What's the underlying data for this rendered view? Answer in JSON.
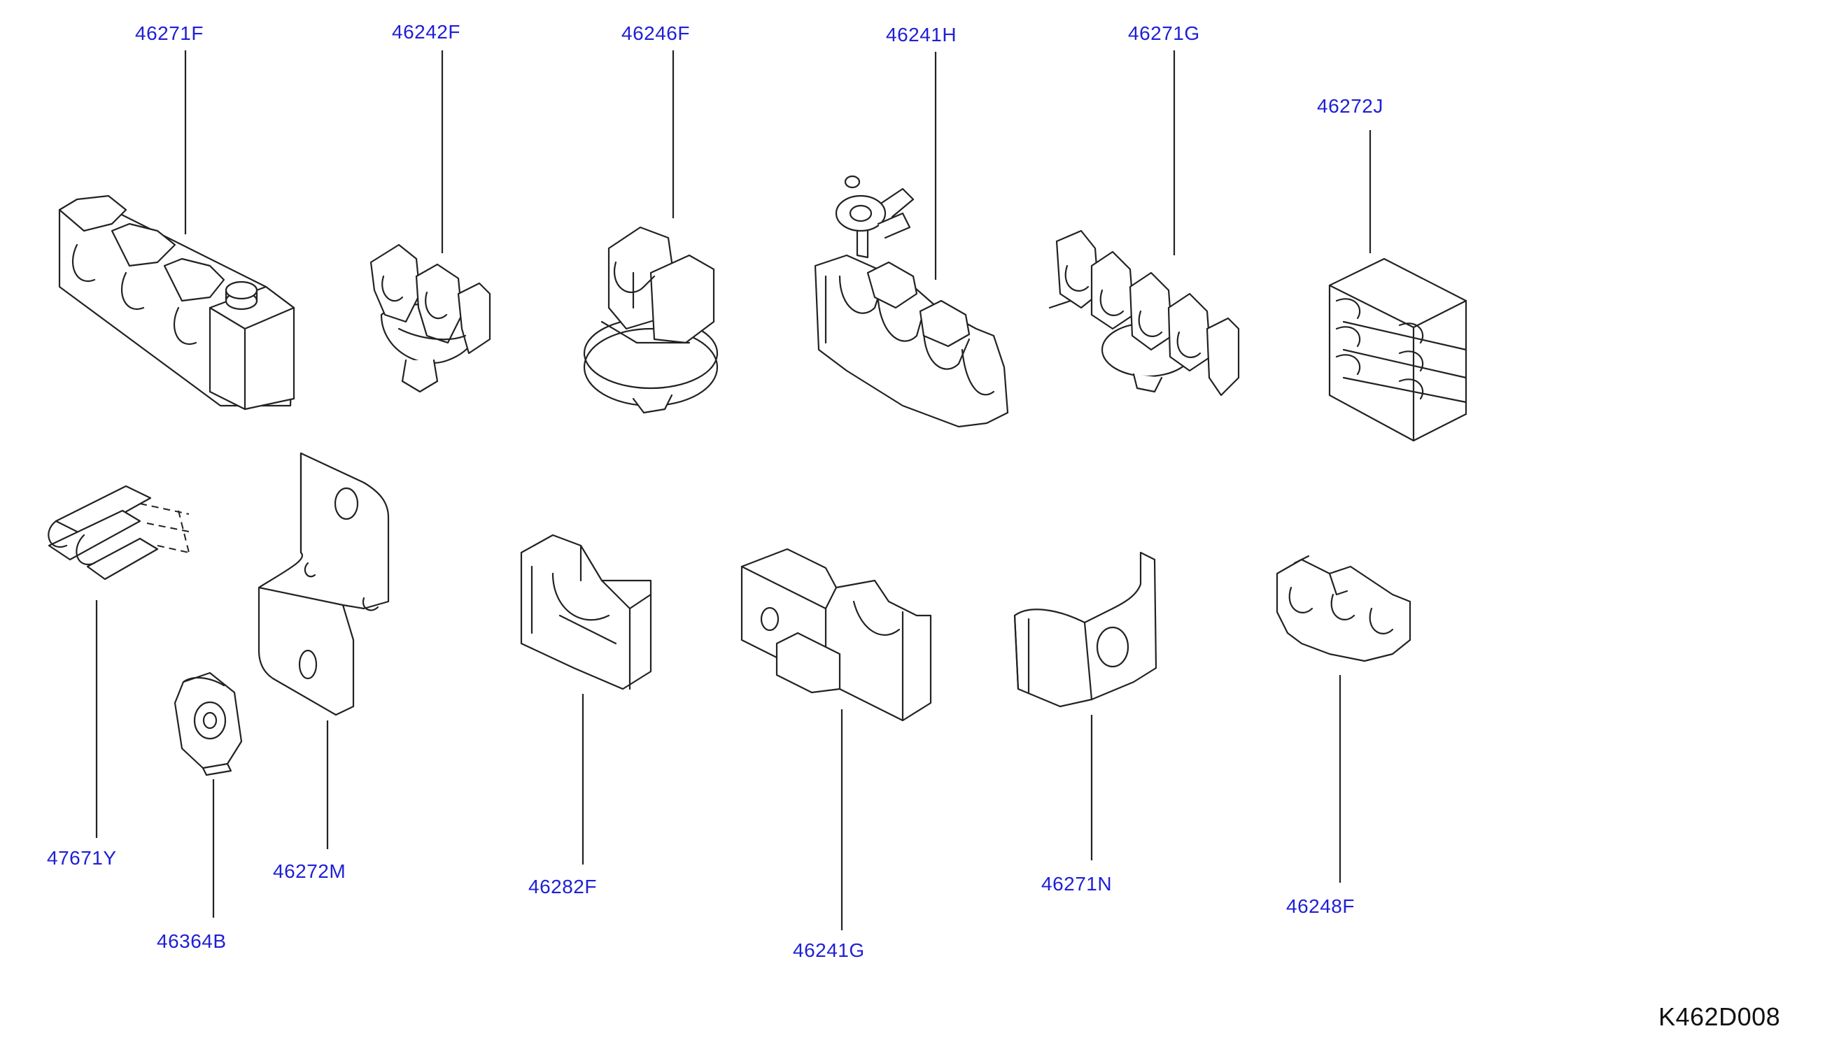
{
  "parts": [
    {
      "id": "p1",
      "label": "46271F"
    },
    {
      "id": "p2",
      "label": "46242F"
    },
    {
      "id": "p3",
      "label": "46246F"
    },
    {
      "id": "p4",
      "label": "46241H"
    },
    {
      "id": "p5",
      "label": "46271G"
    },
    {
      "id": "p6",
      "label": "46272J"
    },
    {
      "id": "p7",
      "label": "47671Y"
    },
    {
      "id": "p8",
      "label": "46364B"
    },
    {
      "id": "p9",
      "label": "46272M"
    },
    {
      "id": "p10",
      "label": "46282F"
    },
    {
      "id": "p11",
      "label": "46241G"
    },
    {
      "id": "p12",
      "label": "46271N"
    },
    {
      "id": "p13",
      "label": "46248F"
    }
  ],
  "diagram_code": "K462D008",
  "colors": {
    "label": "#1f1fd6",
    "line": "#222222",
    "background": "#ffffff"
  }
}
